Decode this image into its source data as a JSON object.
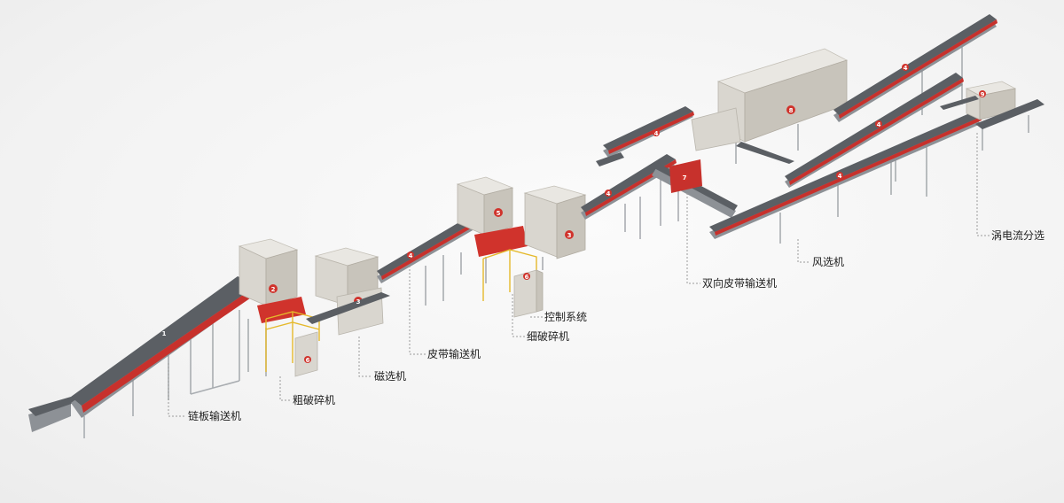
{
  "labels": {
    "chain_conveyor": "链板输送机",
    "coarse_crusher": "粗破碎机",
    "magnetic_separator": "磁选机",
    "belt_conveyor": "皮带输送机",
    "fine_crusher": "细破碎机",
    "control_system": "控制系统",
    "bidirectional_belt_conveyor": "双向皮带输送机",
    "air_separator": "风选机",
    "eddy_current_separator": "涡电流分选"
  },
  "markers": {
    "m1": "1",
    "m2": "2",
    "m3a": "3",
    "m4a": "4",
    "m5": "5",
    "m3b": "3",
    "m6": "6",
    "m4b": "4",
    "m4c": "4",
    "m7": "7",
    "m8": "8",
    "m4d": "4",
    "m4e": "4",
    "m4f": "4",
    "m9": "9",
    "m6b": "6"
  },
  "colors": {
    "accent_red": "#d0332c",
    "belt_grey": "#5b5f64",
    "machine_beige": "#d9d6cf",
    "platform_yellow": "#e5b92b"
  }
}
